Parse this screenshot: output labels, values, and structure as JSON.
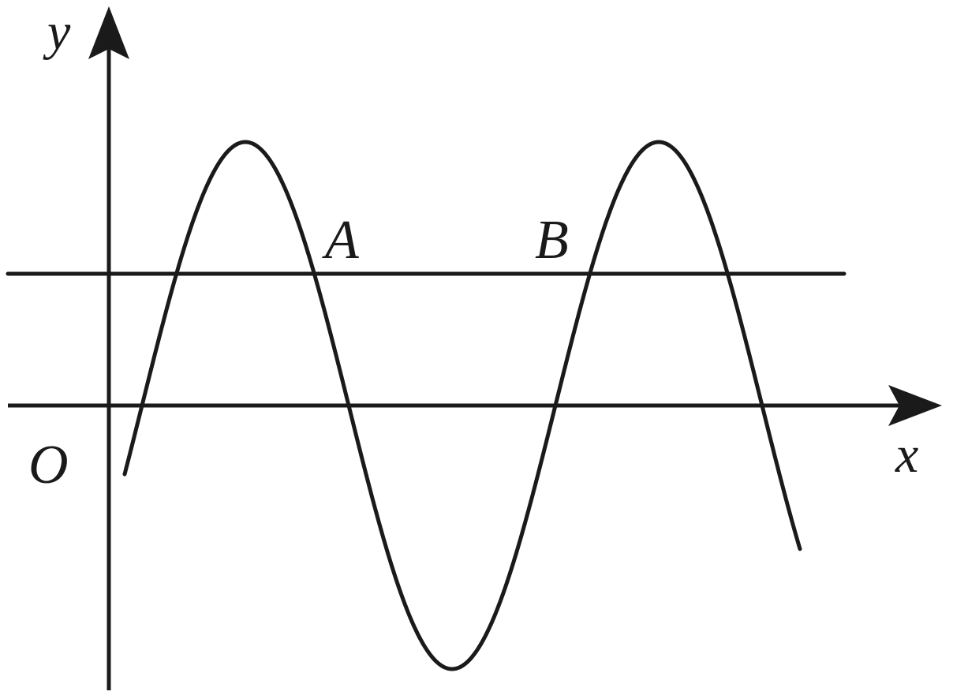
{
  "labels": {
    "y_axis": "y",
    "x_axis": "x",
    "origin": "O",
    "point_a": "A",
    "point_b": "B"
  },
  "colors": {
    "stroke": "#1a1a1a",
    "background": "#ffffff"
  }
}
